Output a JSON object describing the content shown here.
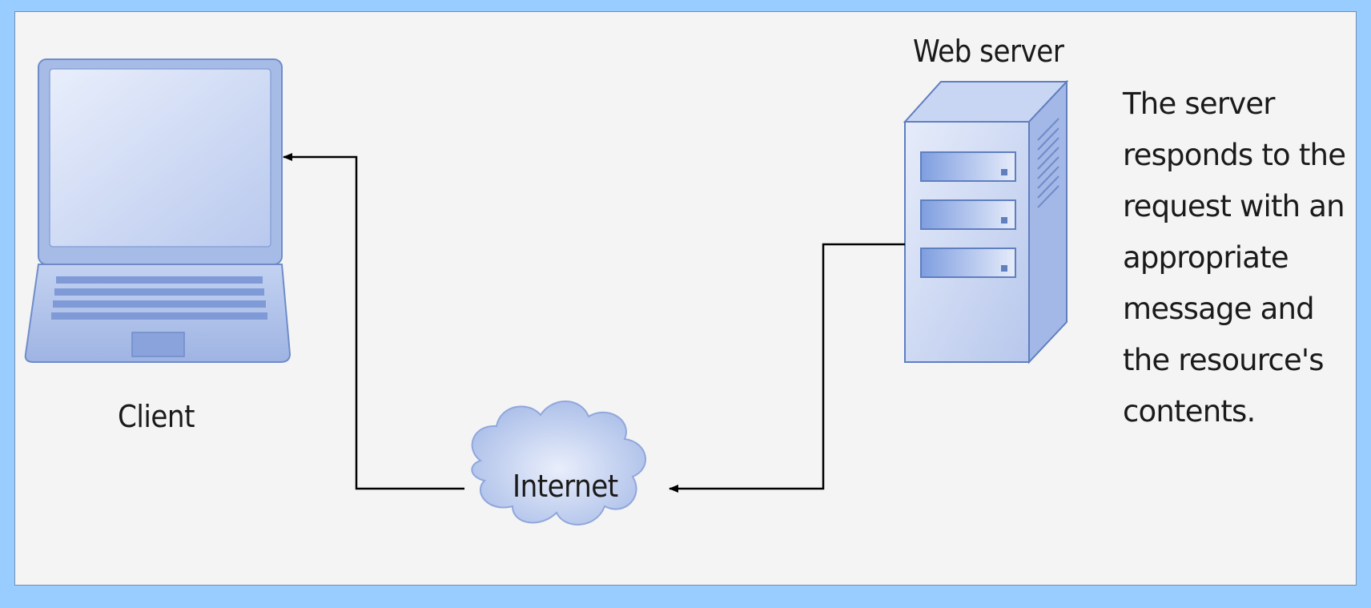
{
  "diagram": {
    "nodes": {
      "client": {
        "label": "Client",
        "icon": "laptop-icon"
      },
      "internet": {
        "label": "Internet",
        "icon": "cloud-icon"
      },
      "web_server": {
        "label": "Web server",
        "icon": "server-icon"
      }
    },
    "description": "The server responds to the request with an appropriate message and the resource's contents.",
    "edges": [
      {
        "from": "web_server",
        "to": "internet"
      },
      {
        "from": "internet",
        "to": "client"
      }
    ],
    "colors": {
      "background": "#99ccff",
      "panel": "#f4f4f4",
      "device_fill": "#b7c9ee",
      "device_stroke": "#5f7fbf",
      "arrow": "#000000"
    }
  }
}
